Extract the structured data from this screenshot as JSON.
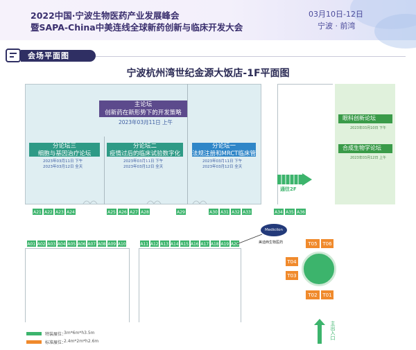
{
  "header": {
    "title_line1": "2022中国·宁波生物医药产业发展峰会",
    "title_line2": "暨SAPA-China中美连线全球新药创新与临床开发大会",
    "date": "03月10日-12日",
    "location": "宁波 · 前湾"
  },
  "section": {
    "label": "会场平面图"
  },
  "plan_title": "宁波杭州湾世纪金源大饭店-1F平面图",
  "main_forum": {
    "line1": "主论坛",
    "line2": "创新药在新形势下的开发策略",
    "date": "2023年03月11日  上午"
  },
  "sub_forums": [
    {
      "title": "分论坛三",
      "subtitle": "细胞与基因治疗论坛",
      "sched": [
        "2023年03月11日  下午",
        "2023年03月12日  全天"
      ]
    },
    {
      "title": "分论坛二",
      "subtitle": "疫情过后的临床试验数字化创新",
      "sched": [
        "2023年03月11日  下午",
        "2023年03月12日  全天"
      ]
    },
    {
      "title": "分论坛一",
      "subtitle": "法规注册和MRCT临床管理",
      "sched": [
        "2023年03月11日  下午",
        "2023年03月12日  全天"
      ]
    }
  ],
  "right_forums": [
    {
      "title": "眼科创新论坛",
      "date": "2023年03月10日 下午"
    },
    {
      "title": "合成生物学论坛",
      "date": "2023年03月12日 上午"
    }
  ],
  "stairs": {
    "label": "通往2F"
  },
  "sponsor": {
    "label": "美迪西生物医药",
    "logo": "Medicilon"
  },
  "entrance": {
    "label": "主出入口"
  },
  "booths_top": [
    "A21",
    "A22",
    "A23",
    "A24",
    "A25",
    "A26",
    "A27",
    "A28",
    "A29",
    "A30",
    "A31",
    "A32",
    "A33",
    "A34",
    "A35",
    "A36"
  ],
  "booths_bottom_left": [
    "A01",
    "A02",
    "A03",
    "A04",
    "A05",
    "A06",
    "A07",
    "A08",
    "A09",
    "A10"
  ],
  "booths_bottom_mid": [
    "A11",
    "A12",
    "A13",
    "A14",
    "A15",
    "A16",
    "A17",
    "A18",
    "A19",
    "A20"
  ],
  "booths_special": [
    "T05",
    "T06",
    "T04",
    "T03",
    "T02",
    "T01"
  ],
  "legend": [
    {
      "label": "特装展位：",
      "size": "3m*6m*h3.5m",
      "color": "#3cb46c"
    },
    {
      "label": "标准展位：",
      "size": "2.4m*2m*h2.6m",
      "color": "#f08a2c"
    }
  ]
}
